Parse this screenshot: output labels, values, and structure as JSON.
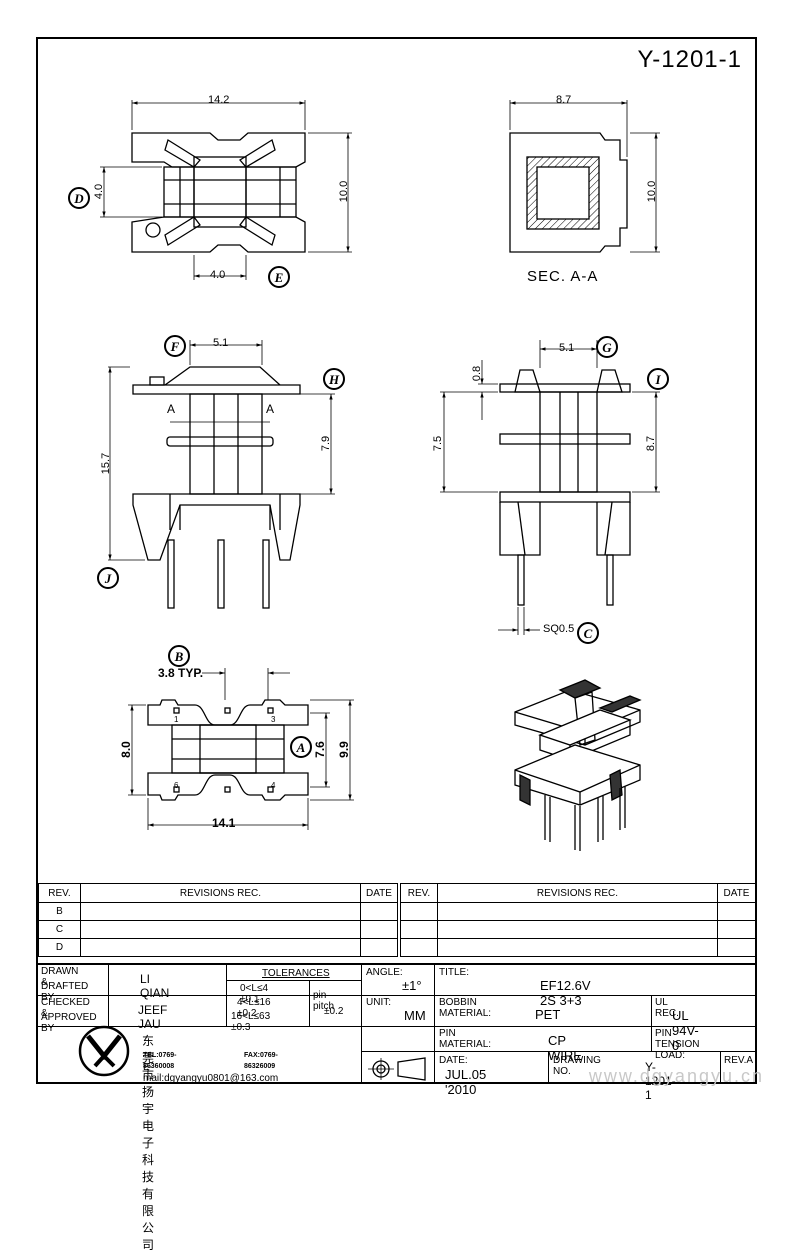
{
  "drawing": {
    "number_top": "Y-1201-1",
    "section_label": "SEC. A-A",
    "cut_a": "A"
  },
  "dimensions": {
    "top_width": "14.2",
    "top_height": "10.0",
    "top_core": "4.0",
    "top_pin": "4.0",
    "sec_width": "8.7",
    "sec_height": "10.0",
    "front_gap": "5.1",
    "front_total": "15.7",
    "front_79": "7.9",
    "side_gap": "5.1",
    "side_08": "0.8",
    "side_75": "7.5",
    "side_87": "8.7",
    "side_pin": "SQ0.5",
    "bot_pitch": "3.8 TYP.",
    "bot_80": "8.0",
    "bot_76": "7.6",
    "bot_99": "9.9",
    "bot_141": "14.1"
  },
  "pin_numbers": [
    "1",
    "3",
    "6",
    "4"
  ],
  "callouts": [
    "D",
    "E",
    "F",
    "H",
    "G",
    "I",
    "J",
    "C",
    "B",
    "A"
  ],
  "revisions": {
    "col_rev": "REV.",
    "col_rec": "REVISIONS   REC.",
    "col_date": "DATE",
    "rows": [
      "B",
      "C",
      "D"
    ]
  },
  "title_block": {
    "drawn_label_1": "DRAWN &",
    "drawn_label_2": "DRAFTED BY",
    "drawn_by": "LI QIAN",
    "checked_label_1": "CHECKED &",
    "checked_label_2": "APPROVED BY",
    "checked_by": "JEEF JAU",
    "tol_title": "TOLERANCES",
    "tol_1": "0<L≤4   ±0.1",
    "tol_2": "4<L≤16  ±0.2",
    "tol_3": "16<L≤63 ±0.3",
    "pin_pitch": "pin pitch",
    "pin_pitch_tol": "±0.2",
    "angle_label": "ANGLE:",
    "angle_val": "±1°",
    "unit_label": "UNIT:",
    "unit_val": "MM",
    "title_label": "TITLE:",
    "title_val": "EF12.6V  2S  3+3",
    "bobbin_label": "BOBBIN MATERIAL:",
    "bobbin_val": "PET",
    "ul_label": "UL REC.",
    "ul_val": "UL 94V-0",
    "pinmat_label": "PIN MATERIAL:",
    "pinmat_val": "CP WIRE",
    "tension_label": "PIN TENSION LOAD:",
    "date_label": "DATE:",
    "date_val": "JUL.05  '2010",
    "dwgno_label": "DRAWING NO.",
    "dwgno_val": "Y-1201-1",
    "rev_label": "REV.A",
    "company": "东莞市扬宇电子科技有限公司",
    "tel": "TEL:0769-86360008",
    "fax": "FAX:0769-86326009",
    "email": "E-mail:dgyangyu0801@163.com"
  },
  "watermark": "www.dgyangyu.cn"
}
